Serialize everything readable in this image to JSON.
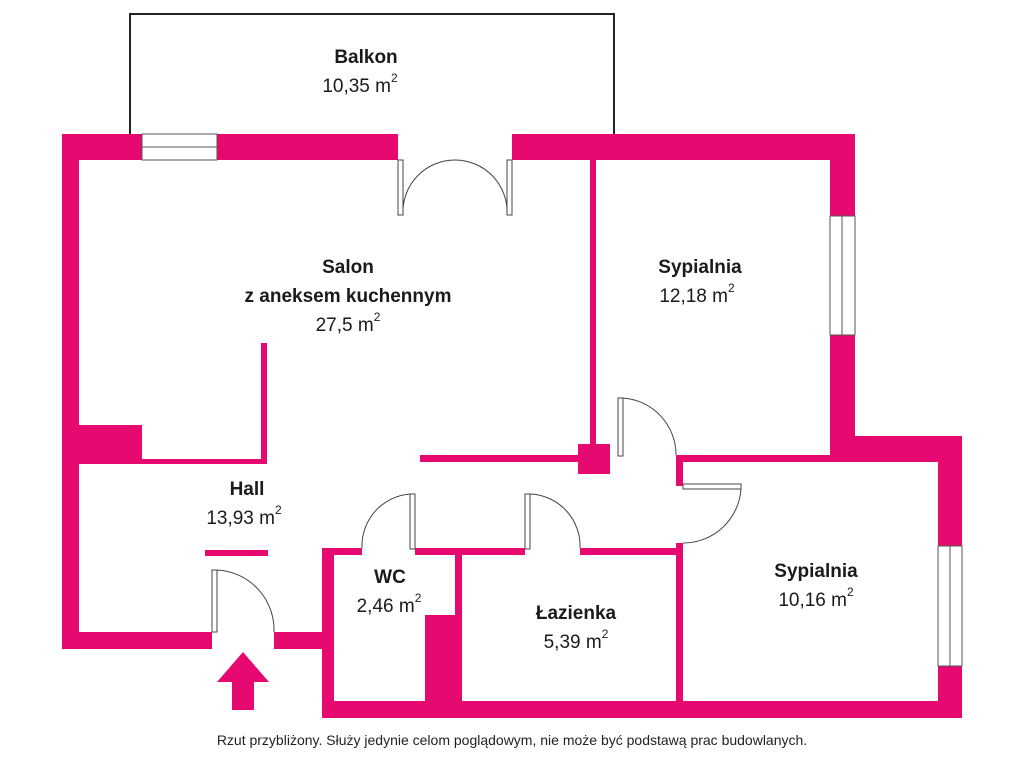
{
  "colors": {
    "wall": "#e6096f",
    "line": "#333333",
    "background": "#ffffff"
  },
  "rooms": [
    {
      "id": "balkon",
      "name": "Balkon",
      "area": "10,35 m",
      "unit_sup": "2"
    },
    {
      "id": "salon",
      "name_lines": [
        "Salon",
        "z aneksem kuchennym"
      ],
      "area": "27,5 m",
      "unit_sup": "2"
    },
    {
      "id": "sypialnia1",
      "name": "Sypialnia",
      "area": "12,18 m",
      "unit_sup": "2"
    },
    {
      "id": "hall",
      "name": "Hall",
      "area": "13,93 m",
      "unit_sup": "2"
    },
    {
      "id": "wc",
      "name": "WC",
      "area": "2,46 m",
      "unit_sup": "2"
    },
    {
      "id": "lazienka",
      "name": "Łazienka",
      "area": "5,39 m",
      "unit_sup": "2"
    },
    {
      "id": "sypialnia2",
      "name": "Sypialnia",
      "area": "10,16 m",
      "unit_sup": "2"
    }
  ],
  "entrance_icon": "arrow-up-icon",
  "footer_note": "Rzut przybliżony. Służy jedynie celom poglądowym, nie może być podstawą prac budowlanych."
}
